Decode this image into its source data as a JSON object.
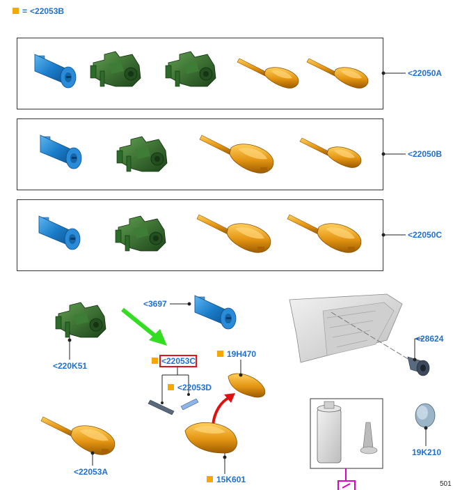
{
  "legend": {
    "marker_color": "#f5a800",
    "equals": "=",
    "ref": "<22053B"
  },
  "kits": [
    {
      "ref": "<22050A"
    },
    {
      "ref": "<22050B"
    },
    {
      "ref": "<22050C"
    }
  ],
  "callouts": {
    "housing": "<220K51",
    "cylinder": "<3697",
    "bracket_screw": "<28624",
    "key_blade": "<22053C",
    "insert": "<22053D",
    "remote_cover": "19H470",
    "key_full": "<22053A",
    "remote_body": "15K601",
    "cap": "19K210"
  },
  "page_number": "501",
  "colors": {
    "label_blue": "#1f6fd1",
    "cylinder_blue": "#1a7cc9",
    "housing_green": "#2d6b2a",
    "key_orange": "#e39412",
    "highlight_red": "#e0141e",
    "arrow_green": "#33dd22",
    "arrow_red": "#e01010",
    "magenta": "#e000c0"
  }
}
